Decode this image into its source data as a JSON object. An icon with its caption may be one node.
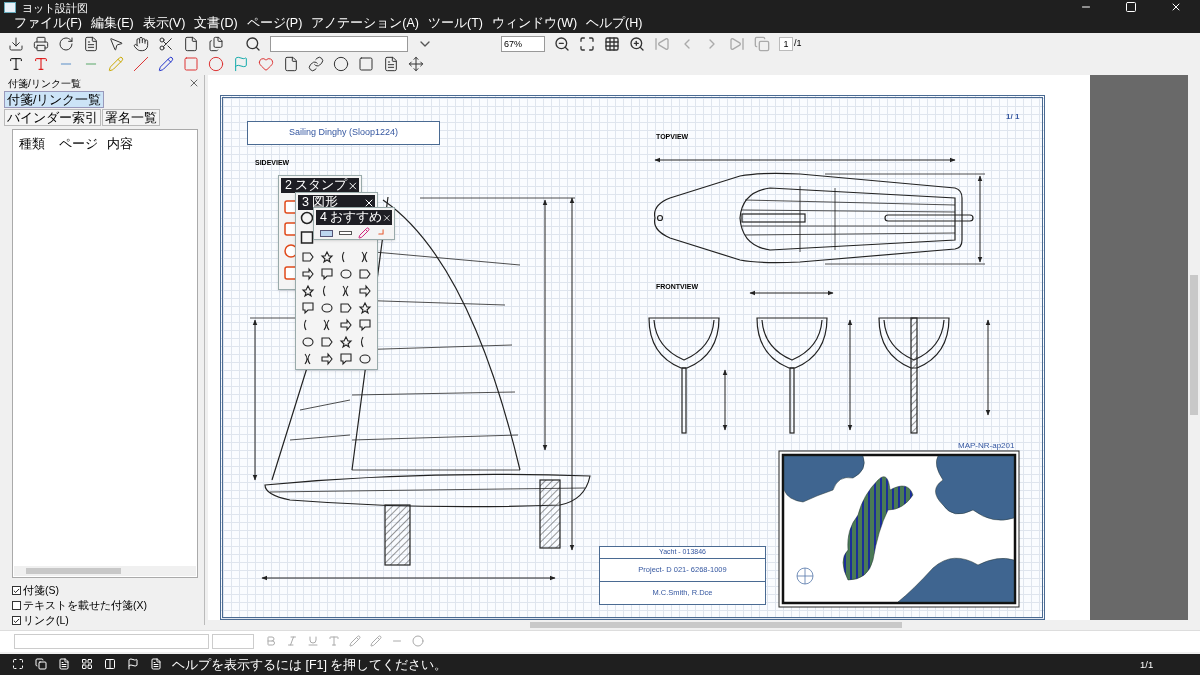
{
  "diagram": {
    "title": "ヨット設計図",
    "nodes": [
      {
        "text": [
          "Sailing Dinghy (Sloop1224)"
        ]
      },
      {
        "text": [
          "Yacht - 013846"
        ]
      },
      {
        "text": [
          "Project- D  021- 6268-1009"
        ]
      },
      {
        "text": [
          "M.C.Smith, R.Dce"
        ]
      }
    ],
    "labels": [
      "ファイル(F)",
      "編集(E)",
      "表示(V)",
      "文書(D)",
      "ページ(P)",
      "アノテーション(A)",
      "ツール(T)",
      "ウィンドウ(W)",
      "ヘルプ(H)",
      "67%",
      "1",
      "/1",
      "付箋/リンク一覧",
      "付箋/リンク一覧",
      "バインダー索引",
      "署名一覧",
      "種類",
      "ページ",
      "内容",
      "付箋(S)",
      "テキストを載せた付箋(X)",
      "リンク(L)",
      "SIDEVIEW",
      "TOPVIEW",
      "FRONTVIEW",
      "1/ 1",
      "MAP-NR-ap201",
      "ヘルプを表示するには [F1] を押してください。",
      "1/1",
      "2 スタンプ",
      "3 図形",
      "4 おすすめ"
    ]
  }
}
